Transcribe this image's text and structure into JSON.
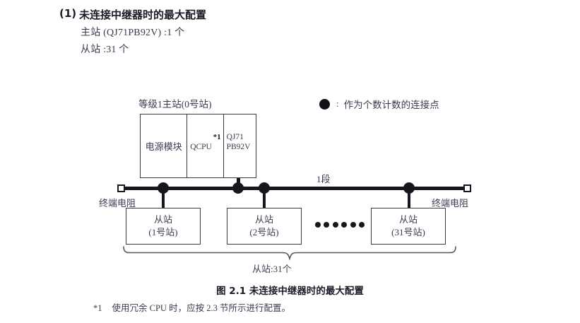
{
  "heading": {
    "number": "(1)",
    "title": "未连接中继器时的最大配置",
    "spec_master": "主站 (QJ71PB92V) :1 个",
    "spec_slave": "从站 :31 个"
  },
  "legend": {
    "marker_icon": "filled-circle-icon",
    "separator": ":",
    "text": "作为个数计数的连接点"
  },
  "diagram": {
    "rack_label": "等级1主站(0号站)",
    "modules": [
      {
        "name": "power-module",
        "label": "电源模块"
      },
      {
        "name": "cpu-module",
        "label": "QCPU",
        "note": "*1"
      },
      {
        "name": "network-module",
        "label": "QJ71\nPB92V",
        "label_line1": "QJ71",
        "label_line2": "PB92V"
      }
    ],
    "segment_label": "1段",
    "terminator_left": "终端电阻",
    "terminator_right": "终端电阻",
    "slaves": [
      {
        "title": "从站",
        "station": "(1号站)"
      },
      {
        "title": "从站",
        "station": "(2号站)"
      },
      {
        "title": "从站",
        "station": "(31号站)"
      }
    ],
    "ellipsis_dot_count": 6,
    "brace_label": "从站:31个"
  },
  "caption": "图 2.1  未连接中继器时的最大配置",
  "footnote": {
    "mark": "*1",
    "text": "使用冗余 CPU 时，应按 2.3 节所示进行配置。"
  },
  "colors": {
    "ink": "#16161e",
    "text": "#3b3b50",
    "box_border": "#3a3a46",
    "background": "#ffffff"
  }
}
